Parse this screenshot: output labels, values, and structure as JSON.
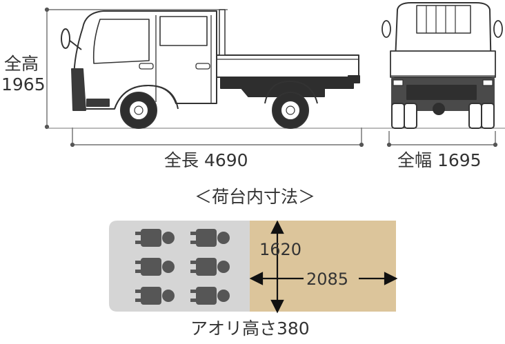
{
  "height_label": {
    "name": "全高",
    "value": "1965"
  },
  "length_label": "全長 4690",
  "width_label": "全幅 1695",
  "bed_title": "＜荷台内寸法＞",
  "bed_width": "1620",
  "bed_length": "2085",
  "gate_height_label": "アオリ高さ380",
  "colors": {
    "cab_area": "#d5d5d5",
    "bed_area": "#dcc59b",
    "seat_icon": "#565656",
    "line": "#444444"
  },
  "icons": {
    "seat": "seat-passenger-icon",
    "arrow": "dimension-arrow-icon"
  },
  "seat_rows": 3,
  "seat_cols": 2
}
